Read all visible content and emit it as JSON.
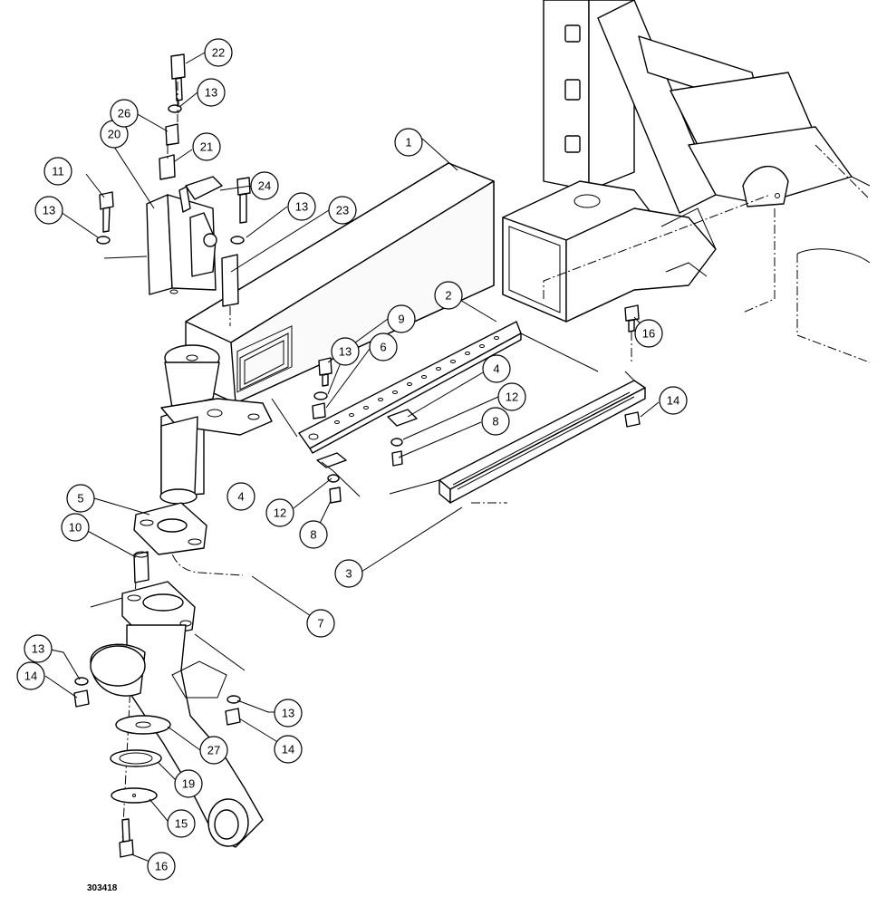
{
  "drawing_number": "303418",
  "callouts": [
    {
      "label": "1"
    },
    {
      "label": "2"
    },
    {
      "label": "3"
    },
    {
      "label": "4"
    },
    {
      "label": "4"
    },
    {
      "label": "5"
    },
    {
      "label": "6"
    },
    {
      "label": "7"
    },
    {
      "label": "8"
    },
    {
      "label": "8"
    },
    {
      "label": "9"
    },
    {
      "label": "10"
    },
    {
      "label": "11"
    },
    {
      "label": "12"
    },
    {
      "label": "12"
    },
    {
      "label": "13"
    },
    {
      "label": "13"
    },
    {
      "label": "13"
    },
    {
      "label": "13"
    },
    {
      "label": "13"
    },
    {
      "label": "13"
    },
    {
      "label": "14"
    },
    {
      "label": "14"
    },
    {
      "label": "14"
    },
    {
      "label": "15"
    },
    {
      "label": "16"
    },
    {
      "label": "16"
    },
    {
      "label": "19"
    },
    {
      "label": "20"
    },
    {
      "label": "21"
    },
    {
      "label": "22"
    },
    {
      "label": "23"
    },
    {
      "label": "24"
    },
    {
      "label": "26"
    },
    {
      "label": "27"
    }
  ]
}
